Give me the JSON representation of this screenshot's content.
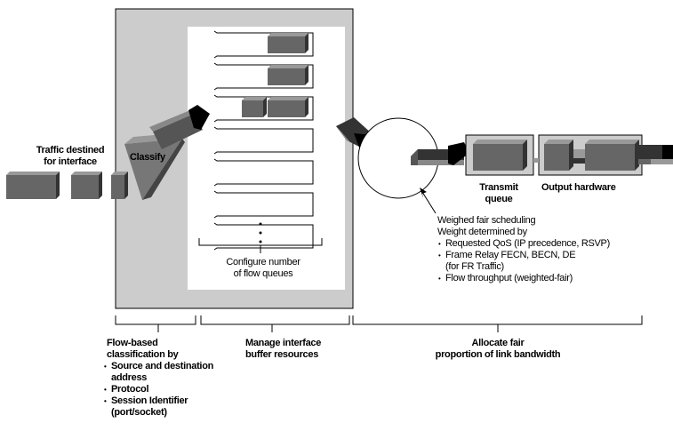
{
  "labels": {
    "traffic": [
      "Traffic destined",
      "for interface"
    ],
    "classify": "Classify",
    "configure_queues": [
      "Configure number",
      "of flow queues"
    ],
    "transmit_queue": [
      "Transmit",
      "queue"
    ],
    "output_hardware": "Output hardware",
    "wfq": {
      "title": "Weighed fair scheduling",
      "subtitle": "Weight determined by",
      "items": [
        "Requested QoS (IP precedence, RSVP)",
        "Frame Relay FECN, BECN, DE",
        "Flow throughput (weighted-fair)"
      ],
      "item2_sub": "(for FR Traffic)"
    }
  },
  "sections": {
    "classification": {
      "title": [
        "Flow-based",
        "classification by"
      ],
      "items": [
        "Source and destination",
        "Protocol",
        "Session Identifier"
      ],
      "item1_sub": "address",
      "item3_sub": "(port/socket)"
    },
    "buffer": {
      "title": [
        "Manage interface",
        "buffer resources"
      ]
    },
    "bandwidth": {
      "title": [
        "Allocate fair",
        "proportion of link bandwidth"
      ]
    }
  },
  "queues": {
    "count_shown": 7,
    "packets_per_queue": [
      1,
      1,
      2,
      0,
      0,
      0,
      0
    ]
  },
  "colors": {
    "panel": "#cccccc",
    "packet_front": "#666666",
    "packet_top": "#999999",
    "packet_side": "#333333",
    "arrow_dark": "#000000"
  }
}
